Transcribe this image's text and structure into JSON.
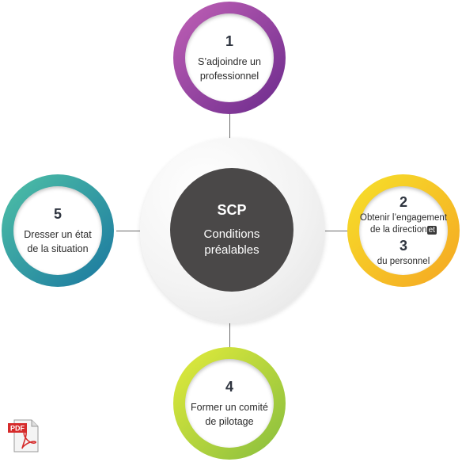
{
  "center": {
    "title": "SCP",
    "subtitle_line1": "Conditions",
    "subtitle_line2": "préalables"
  },
  "steps": [
    {
      "number": "1",
      "line1": "S’adjoindre un",
      "line2": "professionnel"
    },
    {
      "number": "2",
      "line1": "Obtenir l’engagement",
      "line2": "de la direction",
      "joiner": "et",
      "number2": "3",
      "line3": "du personnel"
    },
    {
      "number": "4",
      "line1": "Former un comité",
      "line2": "de pilotage"
    },
    {
      "number": "5",
      "line1": "Dresser un état",
      "line2": "de la situation"
    }
  ],
  "colors": {
    "step1": [
      "#c161b6",
      "#6b2a8c"
    ],
    "step2": [
      "#f6e12a",
      "#f5a623"
    ],
    "step4": [
      "#e4ec3b",
      "#86bd3f"
    ],
    "step5": [
      "#4fc1a6",
      "#1a77a0"
    ],
    "center": "#4a4848"
  },
  "icons": {
    "pdf": "pdf-icon",
    "pdf_label": "PDF"
  }
}
